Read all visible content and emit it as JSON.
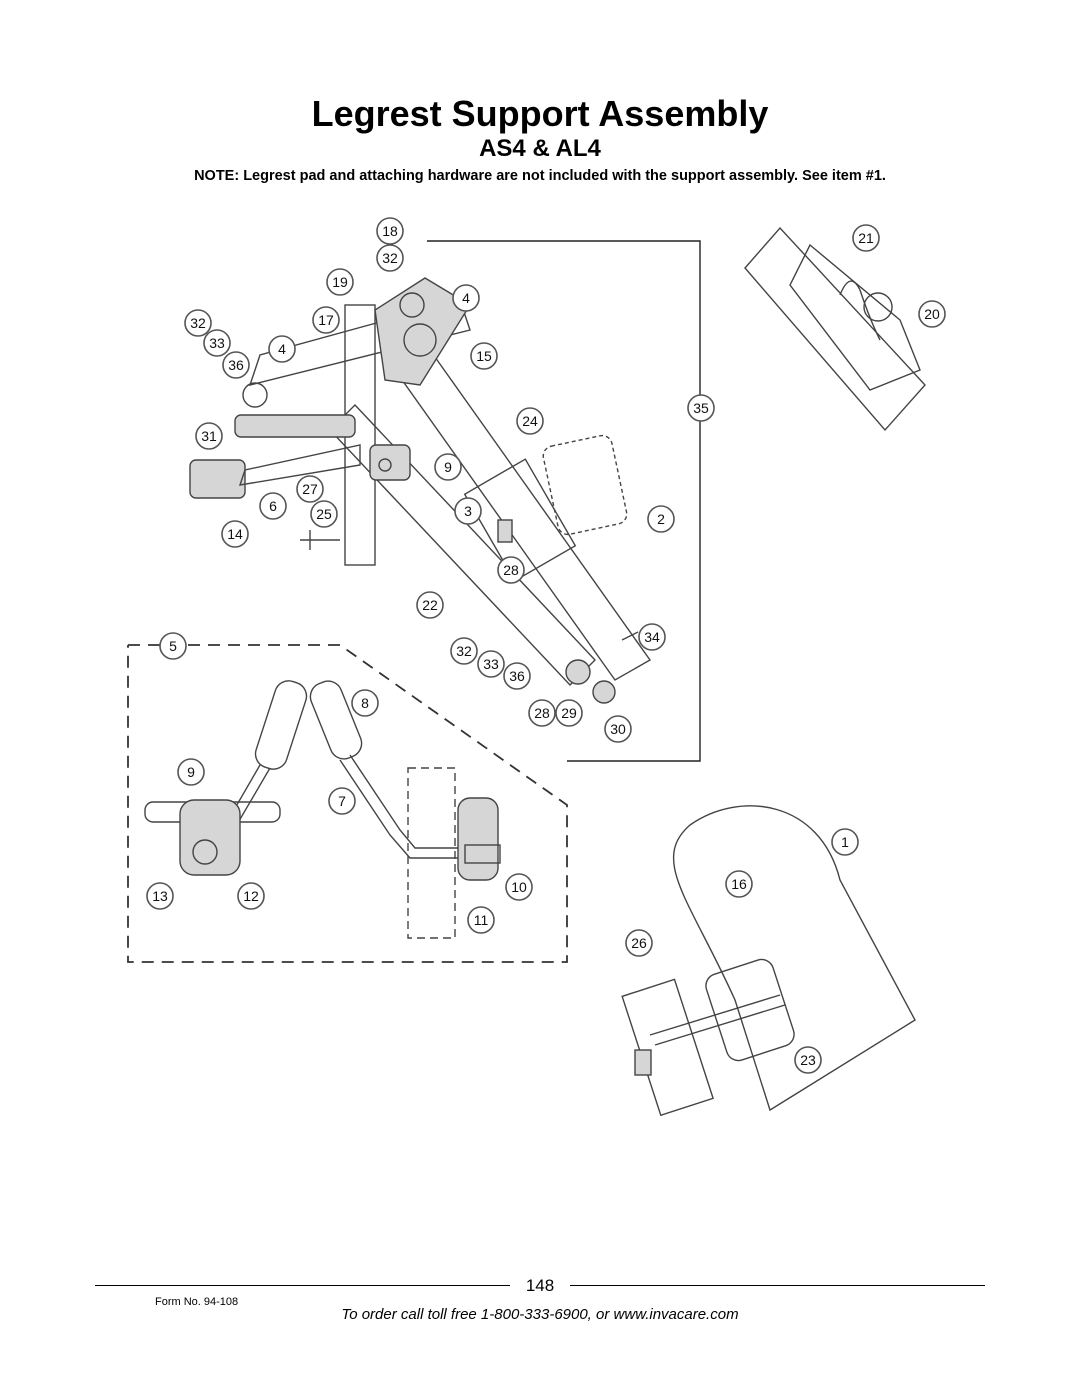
{
  "header": {
    "title": "Legrest Support Assembly",
    "subtitle": "AS4 & AL4",
    "note": "NOTE: Legrest pad and attaching hardware are not included with the support assembly. See item #1."
  },
  "diagram": {
    "callouts": [
      "18",
      "32",
      "19",
      "17",
      "4",
      "32",
      "33",
      "4",
      "36",
      "15",
      "31",
      "24",
      "9",
      "27",
      "6",
      "3",
      "2",
      "25",
      "14",
      "28",
      "22",
      "5",
      "32",
      "33",
      "36",
      "34",
      "8",
      "28",
      "29",
      "30",
      "9",
      "7",
      "13",
      "12",
      "10",
      "11",
      "21",
      "20",
      "35",
      "1",
      "16",
      "26",
      "23"
    ]
  },
  "footer": {
    "page_number": "148",
    "form_number": "Form No. 94-108",
    "order_text": "To order call toll free 1-800-333-6900, or www.invacare.com"
  }
}
